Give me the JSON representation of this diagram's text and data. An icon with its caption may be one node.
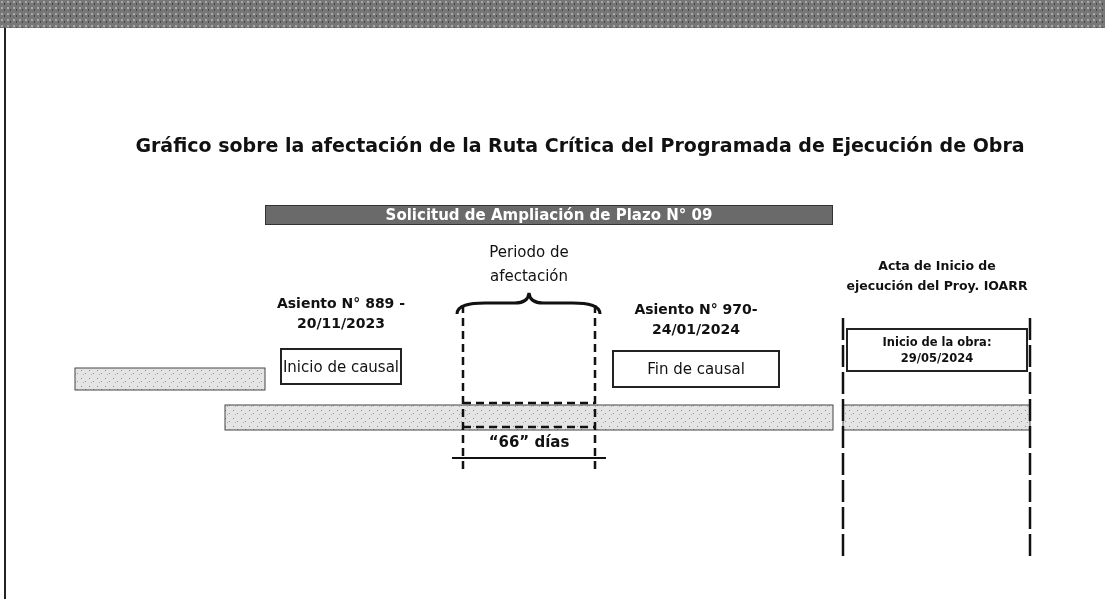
{
  "diagram": {
    "title": "Gráfico sobre la afectación de la Ruta Crítica del Programada de Ejecución de Obra",
    "nodes": [
      {
        "text": [
          "Solicitud de Ampliación de Plazo N° 09"
        ]
      },
      {
        "text": [
          "Asiento N° 889 - 20/11/2023",
          "Inicio de causal"
        ]
      },
      {
        "text": [
          "Asiento N° 970- 24/01/2024",
          "Fin de causal"
        ]
      },
      {
        "text": [
          "Acta de Inicio de ejecución del Proy. IOARR",
          "Inicio de la obra: 29/05/2024"
        ]
      },
      {
        "text": [],
        "shape": "bar"
      },
      {
        "text": [],
        "shape": "bar"
      },
      {
        "text": [],
        "shape": "bar"
      }
    ],
    "edges": [],
    "labels": [
      "Periodo de afectación",
      "“66” días"
    ]
  }
}
